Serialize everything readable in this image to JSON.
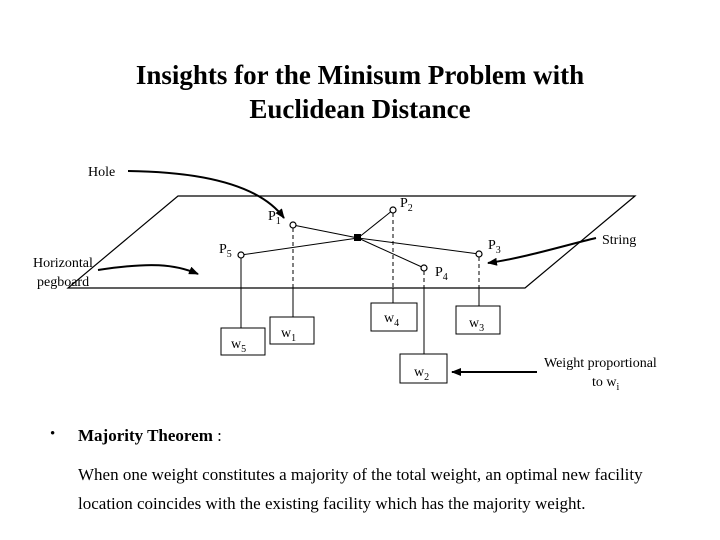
{
  "title": {
    "line1": "Insights for the Minisum Problem with",
    "line2": "Euclidean Distance"
  },
  "diagram": {
    "labels": {
      "hole": "Hole",
      "horizontal_pegboard_1": "Horizontal",
      "horizontal_pegboard_2": "pegboard",
      "string": "String",
      "weight_note_1": "Weight proportional",
      "weight_note_2": "to w",
      "weight_note_sub": "i"
    },
    "points": [
      {
        "id": "P1",
        "base": "P",
        "sub": "1"
      },
      {
        "id": "P2",
        "base": "P",
        "sub": "2"
      },
      {
        "id": "P3",
        "base": "P",
        "sub": "3"
      },
      {
        "id": "P4",
        "base": "P",
        "sub": "4"
      },
      {
        "id": "P5",
        "base": "P",
        "sub": "5"
      }
    ],
    "weights": [
      {
        "id": "w1",
        "base": "w",
        "sub": "1"
      },
      {
        "id": "w2",
        "base": "w",
        "sub": "2"
      },
      {
        "id": "w3",
        "base": "w",
        "sub": "3"
      },
      {
        "id": "w4",
        "base": "w",
        "sub": "4"
      },
      {
        "id": "w5",
        "base": "w",
        "sub": "5"
      }
    ]
  },
  "theorem": {
    "bullet": "•",
    "heading": "Majority Theorem",
    "heading_suffix": " :",
    "body": "When one weight constitutes a majority of the total weight, an optimal new facility location coincides with the existing facility which has the majority weight."
  }
}
